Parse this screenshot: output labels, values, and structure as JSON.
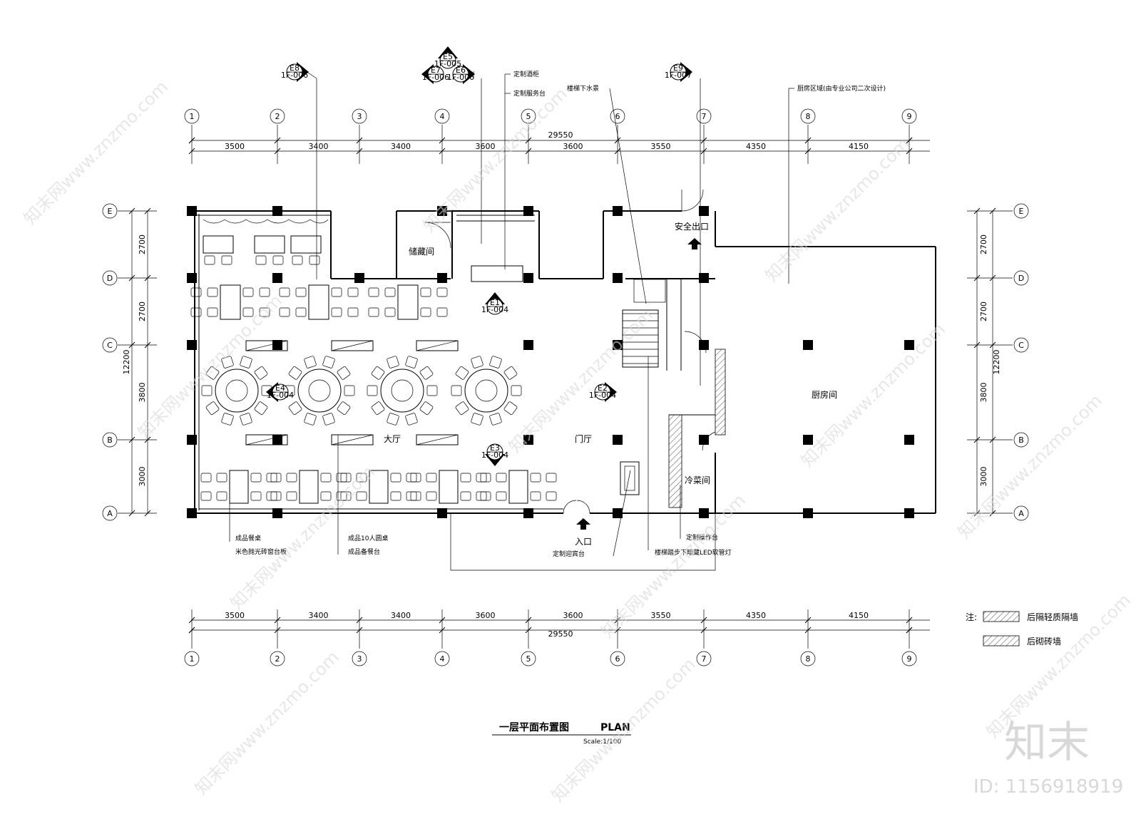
{
  "drawing": {
    "title": "一层平面布置图",
    "title_en": "PLAN",
    "scale": "Scale:1/100"
  },
  "axes": {
    "columns": [
      "1",
      "2",
      "3",
      "4",
      "5",
      "6",
      "7",
      "8",
      "9"
    ],
    "rows": [
      "E",
      "D",
      "C",
      "B",
      "A"
    ],
    "col_spacings": [
      "3500",
      "3400",
      "3400",
      "3600",
      "3600",
      "3550",
      "4350",
      "4150"
    ],
    "total_width": "29550",
    "row_spacings": [
      "2700",
      "2700",
      "3800",
      "3000"
    ],
    "total_depth": "12200"
  },
  "rooms": {
    "storage": "储藏间",
    "safety_exit": "安全出口",
    "hall": "大厅",
    "lobby": "门厅",
    "kitchen": "厨房间",
    "cold_dish": "冷菜间",
    "entrance": "入口"
  },
  "annotations": {
    "wine_cabinet": "定制酒柜",
    "service_counter": "定制服务台",
    "under_stairs": "楼梯下水景",
    "kitchen_zone": "厨房区域(由专业公司二次设计)",
    "dining_table": "成品餐桌",
    "marble_sill": "米色抛光砖窗台板",
    "round_table": "成品10人圆桌",
    "side_table": "成品备餐台",
    "reception": "定制迎宾台",
    "stair_led": "楼梯踏步下暗藏LED软管灯",
    "work_table": "定制操作台"
  },
  "markers": {
    "e8": "E8",
    "e8_ref": "1F-006",
    "e5": "E5",
    "e5_ref": "1F-005",
    "e7": "E7",
    "e7_ref": "1F-006",
    "e6": "E6",
    "e6_ref": "1F-006",
    "e9": "E9",
    "e9_ref": "1F-007",
    "e1": "E1",
    "e1_ref": "1F-004",
    "e2": "E2",
    "e2_ref": "1F-004",
    "e3": "E3",
    "e3_ref": "1F-004",
    "e4": "E4",
    "e4_ref": "1F-004"
  },
  "legend": {
    "note": "注:",
    "item1": "后隔轻质隔墙",
    "item2": "后砌砖墙"
  },
  "watermark": {
    "brand": "知末",
    "id": "ID: 1156918919",
    "repeat_text": "知末网www.znzmo.com"
  }
}
